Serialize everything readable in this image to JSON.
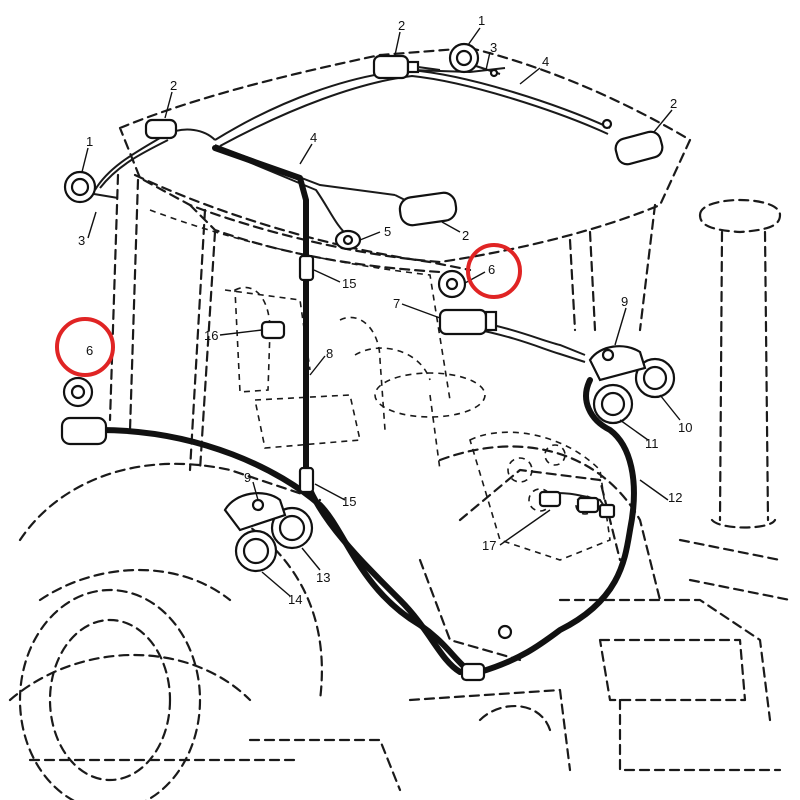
{
  "figure": {
    "title": "Tractor cab lighting wiring harness",
    "highlight_color": "#e02424",
    "line_color": "#111111"
  },
  "labels": {
    "l1_top": "1",
    "l1_left": "1",
    "l2_a": "2",
    "l2_b": "2",
    "l2_c": "2",
    "l2_d": "2",
    "l3_top": "3",
    "l3_left": "3",
    "l4_right": "4",
    "l4_mid": "4",
    "l5": "5",
    "l6_right": "6",
    "l6_left": "6",
    "l7": "7",
    "l8": "8",
    "l9_right": "9",
    "l9_left": "9",
    "l10": "10",
    "l11": "11",
    "l12": "12",
    "l13": "13",
    "l14": "14",
    "l15_upper": "15",
    "l15_lower": "15",
    "l16": "16",
    "l17": "17"
  }
}
